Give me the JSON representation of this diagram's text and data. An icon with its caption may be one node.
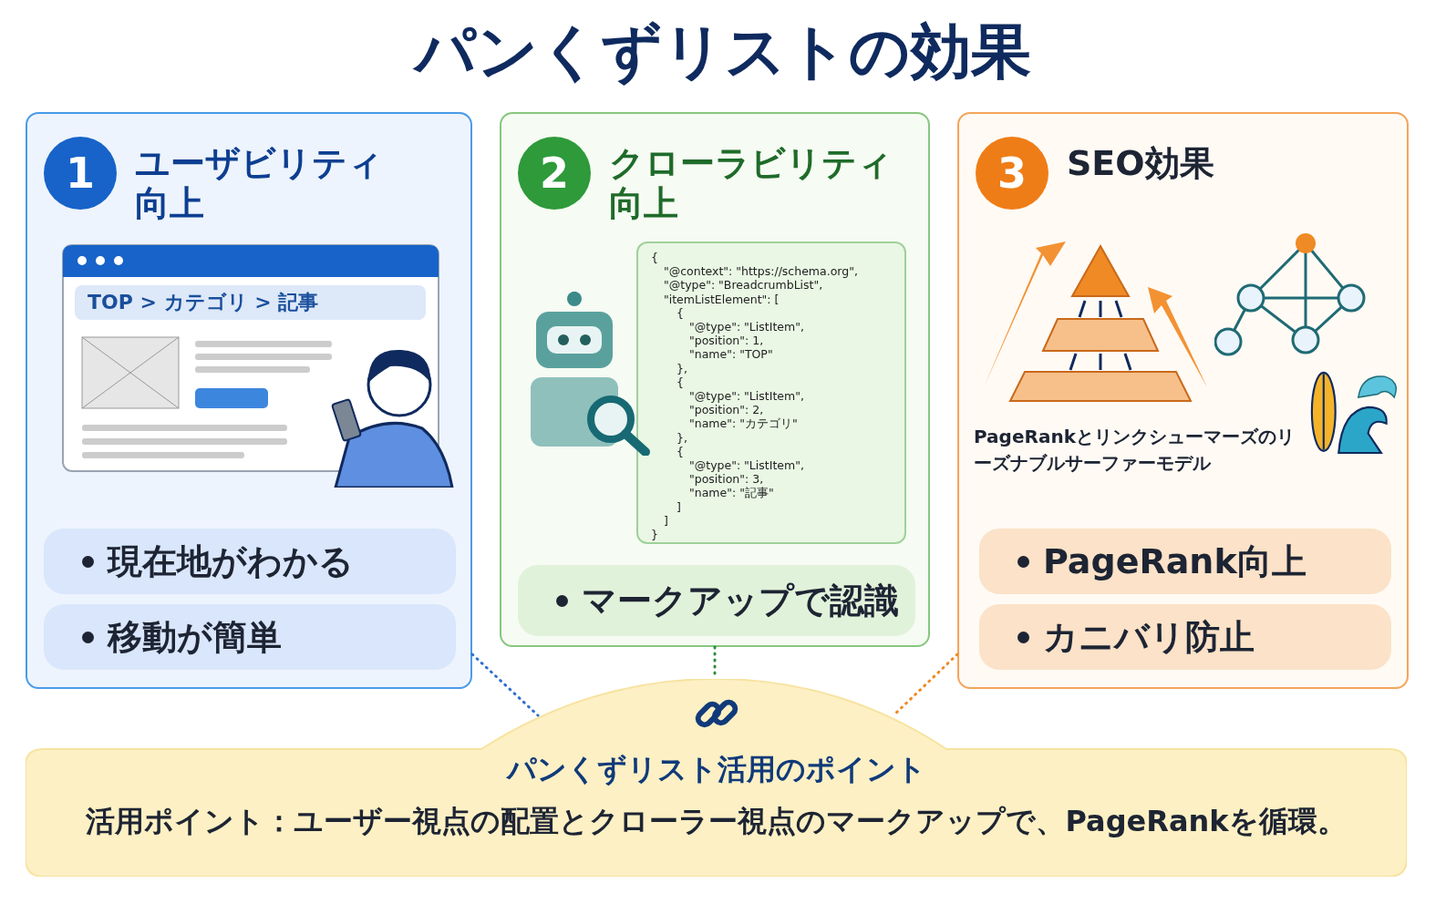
{
  "diagram": {
    "title": "パンくずリストの効果",
    "nodes": [
      {
        "text": [
          "ユーザビリティ向上"
        ]
      },
      {
        "text": [
          "1"
        ],
        "in": 0
      },
      {
        "text": [
          "TOP > カテゴリ > 記事"
        ],
        "in": 0
      },
      {
        "text": [
          "現在地がわかる"
        ],
        "in": 0
      },
      {
        "text": [
          "移動が簡単"
        ],
        "in": 0
      },
      {
        "text": [
          "クローラビリティ向上"
        ]
      },
      {
        "text": [
          "2"
        ],
        "in": 5
      },
      {
        "text": [
          "{",
          "\"@context\": \"https://schema.org\",",
          "\"@type\": \"BreadcrumbList\",",
          "\"itemListElement\": [",
          "{",
          "\"@type\": \"ListItem\",",
          "\"position\": 1,",
          "\"name\": \"TOP\"",
          "},",
          "{",
          "\"@type\": \"ListItem\",",
          "\"position\": 2,",
          "\"name\": \"カテゴリ\"",
          "},",
          "{",
          "\"@type\": \"ListItem\",",
          "\"position\": 3,",
          "\"name\": \"記事\"",
          "]",
          "]",
          "}"
        ],
        "in": 5
      },
      {
        "text": [
          "マークアップで認識"
        ],
        "in": 5
      },
      {
        "text": [
          "SEO効果"
        ]
      },
      {
        "text": [
          "3"
        ],
        "in": 9
      },
      {
        "text": [
          "PageRank向上"
        ],
        "in": 9
      },
      {
        "text": [
          "カニバリ防止"
        ],
        "in": 9
      },
      {
        "text": [
          "パンくずリスト活用のポイント",
          "活用ポイント：ユーザー視点の配置とクローラー視点のマークアップで、PageRankを循環。"
        ]
      }
    ],
    "edges": [
      {
        "from": 0,
        "to": 13,
        "arrow": "none",
        "style": "dashed",
        "color": "#2f6fd0"
      },
      {
        "from": 5,
        "to": 13,
        "arrow": "none",
        "style": "dashed",
        "color": "#2e8b3a"
      },
      {
        "from": 9,
        "to": 13,
        "arrow": "none",
        "style": "dashed",
        "color": "#f08a24"
      }
    ],
    "labels": [
      "PageRankとリンクシューマーズのリーズナブルサーファーモデル"
    ]
  }
}
